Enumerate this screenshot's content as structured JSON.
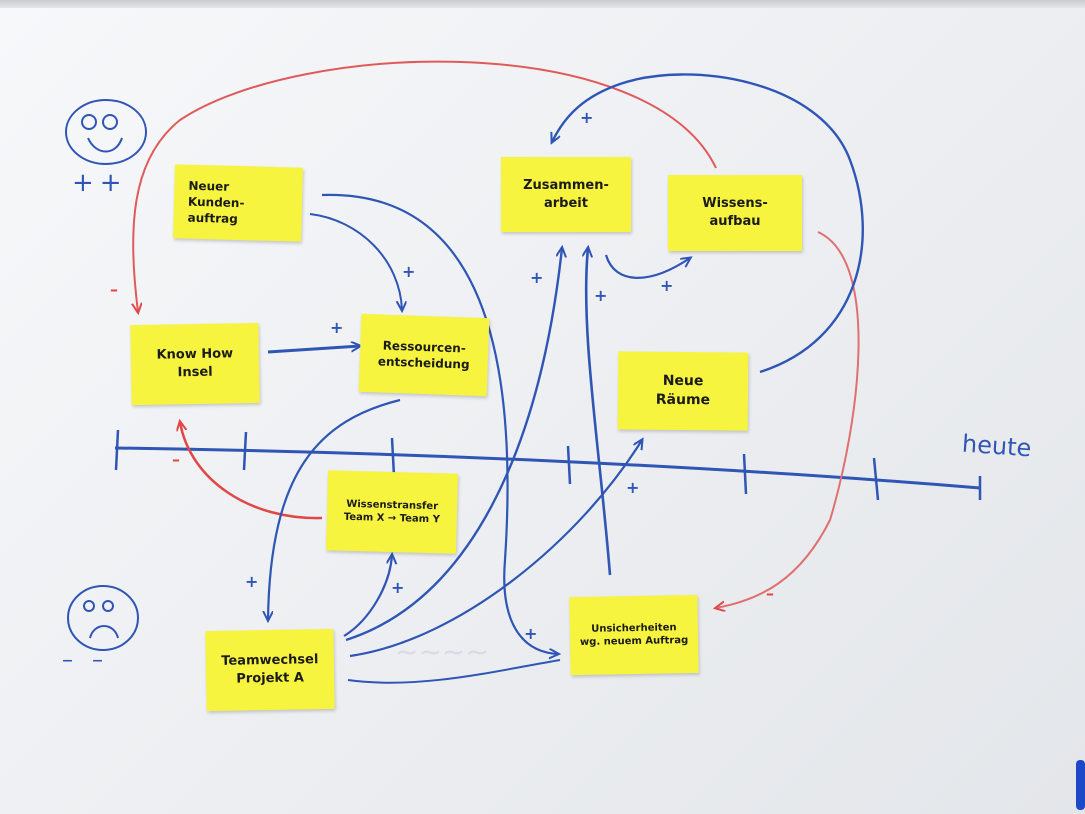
{
  "notes": {
    "neuer_kundenauftrag": "Neuer\nKunden-\nauftrag",
    "know_how_insel": "Know How\nInsel",
    "ressourcenentscheidung": "Ressourcen-\nentscheidung",
    "zusammenarbeit": "Zusammen-\narbeit",
    "wissensaufbau": "Wissens-\naufbau",
    "neue_raeume": "Neue\nRäume",
    "wissenstransfer": "Wissenstransfer\nTeam X → Team Y",
    "teamwechsel": "Teamwechsel\nProjekt A",
    "unsicherheiten": "Unsicherheiten\nwg. neuem Auftrag"
  },
  "timeline": {
    "label": "heute"
  },
  "smileys": {
    "happy_label": "++",
    "sad_label": "– –"
  },
  "signs": {
    "plus": "+",
    "minus": "–"
  },
  "colors": {
    "note": "#f7f43f",
    "marker_blue": "#2f55b5",
    "marker_red": "#e04848"
  },
  "icons": {
    "happy": "happy-face-icon",
    "sad": "sad-face-icon"
  }
}
